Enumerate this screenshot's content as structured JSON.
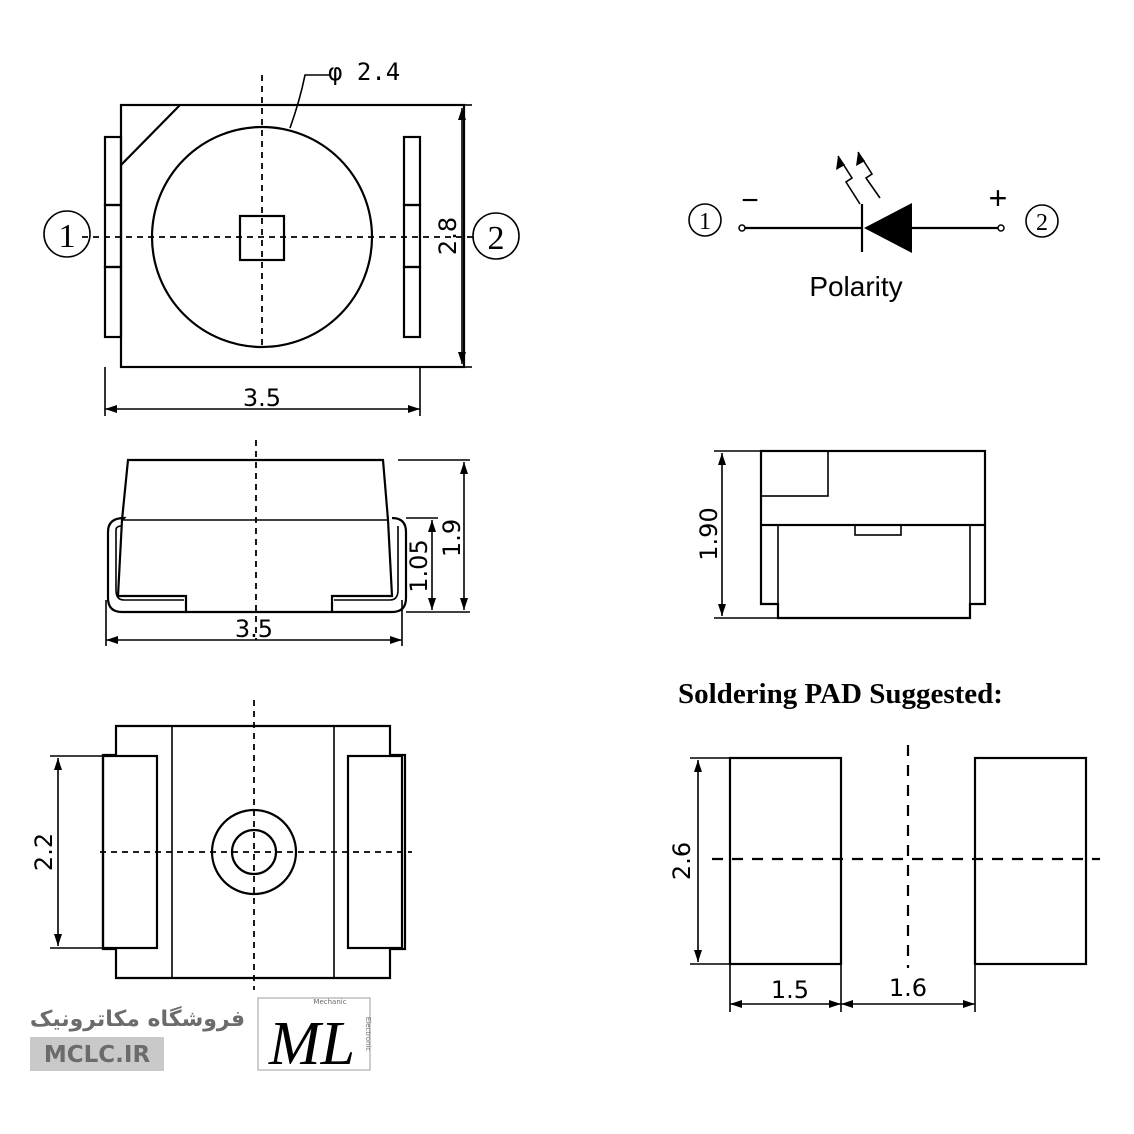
{
  "top_view": {
    "diameter_label": "φ 2.4",
    "width_label": "3.5",
    "height_label": "2.8",
    "pin1": "①",
    "pin2": "②"
  },
  "symbol": {
    "pin1": "①",
    "pin2": "②",
    "minus": "−",
    "plus": "+",
    "polarity_label": "Polarity"
  },
  "side_view_front": {
    "width_label": "3.5",
    "lead_height_label": "1.05",
    "total_height_label": "1.9"
  },
  "side_view_right": {
    "height_label": "1.90"
  },
  "bottom_view": {
    "pad_height_label": "2.2"
  },
  "soldering_pad": {
    "title": "Soldering PAD Suggested:",
    "height_label": "2.6",
    "pad_width_label": "1.5",
    "gap_label": "1.6"
  },
  "watermark": {
    "shop_name": "فروشگاه مکاترونیک",
    "url": "MCLC.IR",
    "logo_text": "ML",
    "logo_small_top": "Mechanic",
    "logo_small_side": "Electronic"
  }
}
